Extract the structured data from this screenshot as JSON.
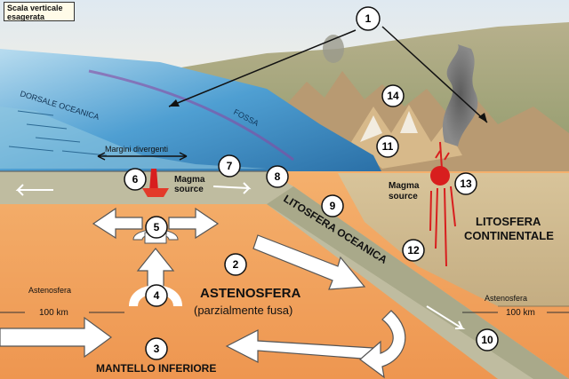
{
  "scale_note": [
    "Scala verticale",
    "esagerata"
  ],
  "labels": {
    "dorsale": "DORSALE OCEANICA",
    "fossa": "FOSSA",
    "margini": "Margini divergenti",
    "magma_left": [
      "Magma",
      "source"
    ],
    "magma_right": [
      "Magma",
      "source"
    ],
    "lito_oceanica": "LITOSFERA OCEANICA",
    "lito_continentale": [
      "LITOSFERA",
      "CONTINENTALE"
    ],
    "astenosfera_title": "ASTENOSFERA",
    "astenosfera_sub": "(parzialmente fusa)",
    "astenosfera_left": "Astenosfera",
    "depth_left": "100 km",
    "astenosfera_right": "Astenosfera",
    "depth_right": "100 km",
    "mantello": "MANTELLO INFERIORE"
  },
  "markers": [
    "1",
    "2",
    "3",
    "4",
    "5",
    "6",
    "7",
    "8",
    "9",
    "10",
    "11",
    "12",
    "13",
    "14"
  ],
  "colors": {
    "ocean": "#3f8fc4",
    "astenosfera": "#f2a45e",
    "lithosphere": "#b9b69a",
    "continent": "#c8a878",
    "magma": "#d81e1e"
  }
}
